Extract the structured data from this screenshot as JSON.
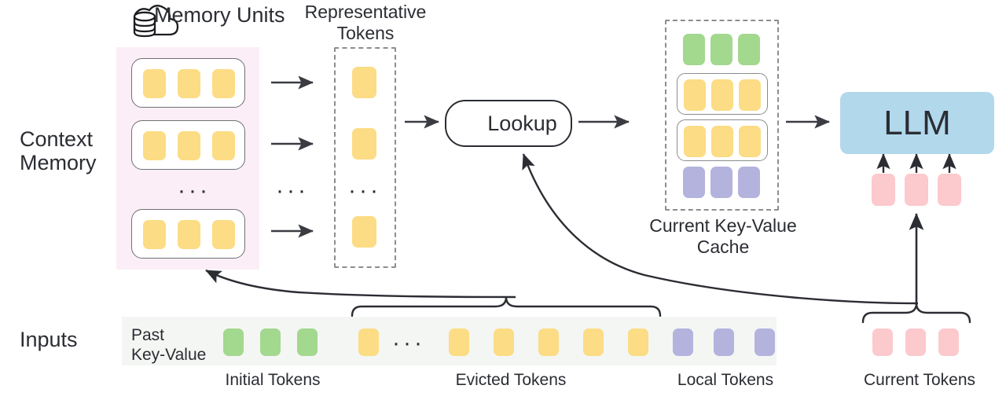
{
  "title": "Context Memory LLM KV-cache diagram",
  "labels": {
    "memory_units": "Memory Units",
    "representative_tokens": "Representative\nTokens",
    "context_memory": "Context\nMemory",
    "lookup": "Lookup",
    "current_kv_cache": "Current Key-Value\nCache",
    "llm": "LLM",
    "inputs": "Inputs",
    "past_key_value": "Past\nKey-Value",
    "initial_tokens": "Initial Tokens",
    "evicted_tokens": "Evicted Tokens",
    "local_tokens": "Local Tokens",
    "current_tokens": "Current Tokens",
    "ellipsis": "···"
  },
  "icons": {
    "cloud_database": "cloud-database-icon",
    "magnifier": "search-icon"
  },
  "colors": {
    "token_yellow": "#fcdc84",
    "token_green": "#a3d88f",
    "token_purple": "#b3b3de",
    "token_pink": "#fcc9cd",
    "llm_blue": "#b2d8ec",
    "context_panel_pink": "#fbeef6",
    "inputs_panel_gray": "#f4f6f4",
    "stroke_dark": "#2b2d33",
    "stroke_dashed": "#8d8d8d"
  },
  "context_memory": {
    "units": [
      {
        "tokens": [
          "yellow",
          "yellow",
          "yellow"
        ]
      },
      {
        "tokens": [
          "yellow",
          "yellow",
          "yellow"
        ]
      },
      {
        "tokens": [
          "yellow",
          "yellow",
          "yellow"
        ]
      }
    ],
    "unit_gap_ellipsis": "···"
  },
  "representative_tokens": {
    "tokens": [
      "yellow",
      "yellow",
      "yellow"
    ],
    "gap_ellipsis": "···"
  },
  "kv_cache": {
    "rows": [
      {
        "style": "plain",
        "tokens": [
          "green",
          "green",
          "green"
        ]
      },
      {
        "style": "boxed",
        "tokens": [
          "yellow",
          "yellow",
          "yellow"
        ]
      },
      {
        "style": "boxed",
        "tokens": [
          "yellow",
          "yellow",
          "yellow"
        ]
      },
      {
        "style": "plain",
        "tokens": [
          "purple",
          "purple",
          "purple"
        ]
      }
    ]
  },
  "llm_inputs": {
    "tokens": [
      "pink",
      "pink",
      "pink"
    ]
  },
  "inputs_row": {
    "sequence": [
      {
        "type": "token",
        "color": "green"
      },
      {
        "type": "token",
        "color": "green"
      },
      {
        "type": "token",
        "color": "green"
      },
      {
        "type": "token",
        "color": "yellow"
      },
      {
        "type": "ellipsis",
        "text": "···"
      },
      {
        "type": "token",
        "color": "yellow"
      },
      {
        "type": "token",
        "color": "yellow"
      },
      {
        "type": "token",
        "color": "yellow"
      },
      {
        "type": "token",
        "color": "yellow"
      },
      {
        "type": "token",
        "color": "yellow"
      },
      {
        "type": "token",
        "color": "purple"
      },
      {
        "type": "token",
        "color": "purple"
      },
      {
        "type": "token",
        "color": "purple"
      }
    ],
    "current_tokens": [
      "pink",
      "pink",
      "pink"
    ]
  }
}
